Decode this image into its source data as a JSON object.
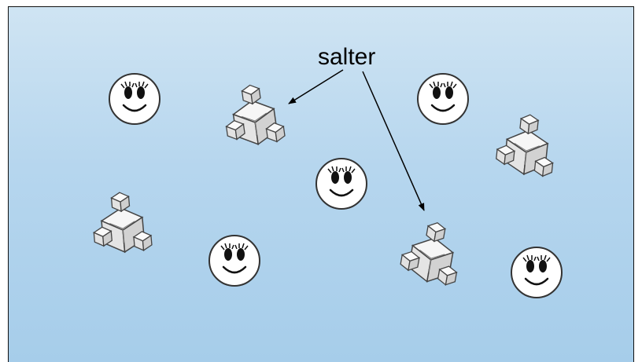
{
  "diagram": {
    "label": "salter",
    "figures": [
      {
        "kind": "smiley-face",
        "count": 5
      },
      {
        "kind": "salt-crystal",
        "count": 4
      }
    ],
    "colors": {
      "background_top": "#cfe4f3",
      "background_bottom": "#a6cdea",
      "face_fill": "#ffffff",
      "crystal_fill": "#f4f4f4",
      "outline": "#333333"
    }
  }
}
